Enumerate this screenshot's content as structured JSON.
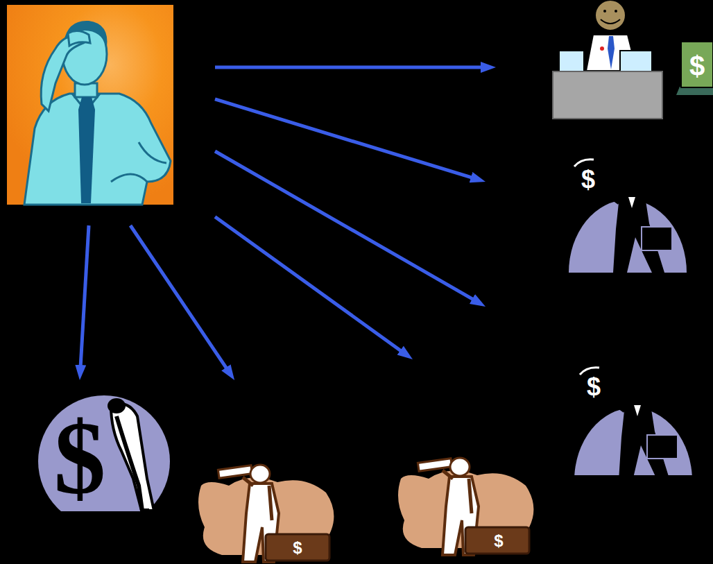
{
  "diagram": {
    "nodes": [
      {
        "text": []
      },
      {
        "text": [
          "$"
        ]
      },
      {
        "text": [
          "$"
        ]
      },
      {
        "text": [
          "$"
        ]
      },
      {
        "text": [
          "$"
        ]
      },
      {
        "text": [
          "$"
        ]
      },
      {
        "text": [
          "$"
        ]
      }
    ],
    "edges": [
      {
        "from": 0,
        "to": 1,
        "arrow": "to"
      },
      {
        "from": 0,
        "to": 2,
        "arrow": "to"
      },
      {
        "from": 0,
        "to": 3,
        "arrow": "to"
      },
      {
        "from": 0,
        "to": 4,
        "arrow": "to"
      },
      {
        "from": 0,
        "to": 5,
        "arrow": "to"
      },
      {
        "from": 0,
        "to": 6,
        "arrow": "to"
      }
    ]
  }
}
